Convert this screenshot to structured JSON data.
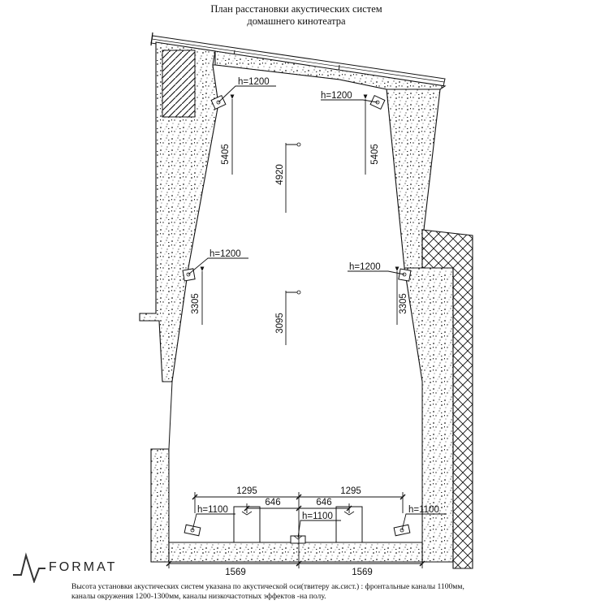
{
  "title": {
    "line1": "План расстановки акустических систем",
    "line2": "домашнего кинотеатра"
  },
  "dimensions": {
    "top_left_vertical": "5405",
    "top_right_vertical": "5405",
    "top_center_vertical": "4920",
    "mid_left_vertical": "3305",
    "mid_right_vertical": "3305",
    "mid_center_vertical": "3095",
    "front_left_horizontal": "1295",
    "front_right_horizontal": "1295",
    "inner_left_horizontal": "646",
    "inner_right_horizontal": "646",
    "bottom_left_horizontal": "1569",
    "bottom_right_horizontal": "1569"
  },
  "heights": {
    "rear_left": "h=1200",
    "rear_right": "h=1200",
    "side_left": "h=1200",
    "side_right": "h=1200",
    "front_left": "h=1100",
    "center": "h=1100",
    "front_right": "h=1100"
  },
  "logo": {
    "text": "FORMAT"
  },
  "footnote": {
    "line1": "Высота установки акустических систем указана по акустической оси(твитеру ак.сист.) : фронтальные каналы 1100мм,",
    "line2": "каналы окружения 1200-1300мм, каналы низкочастотных эффектов -на полу."
  },
  "colors": {
    "line": "#111111",
    "wall_fill": "#ffffff"
  }
}
